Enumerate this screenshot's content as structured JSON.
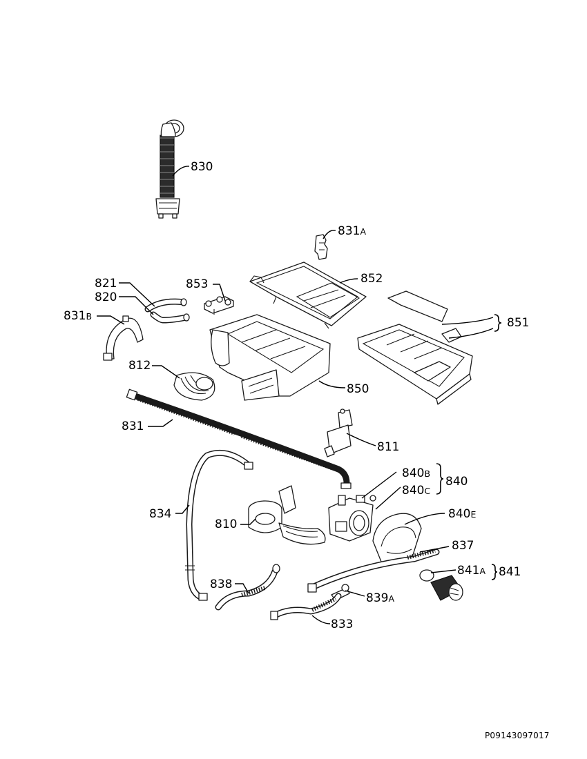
{
  "doc_code": "P09143097017",
  "labels": {
    "l830": {
      "num": "830",
      "suf": ""
    },
    "l831A": {
      "num": "831",
      "suf": "A"
    },
    "l852": {
      "num": "852",
      "suf": ""
    },
    "l821": {
      "num": "821",
      "suf": ""
    },
    "l853": {
      "num": "853",
      "suf": ""
    },
    "l820": {
      "num": "820",
      "suf": ""
    },
    "l831B": {
      "num": "831",
      "suf": "B"
    },
    "l851": {
      "num": "851",
      "suf": ""
    },
    "l812": {
      "num": "812",
      "suf": ""
    },
    "l850": {
      "num": "850",
      "suf": ""
    },
    "l831": {
      "num": "831",
      "suf": ""
    },
    "l811": {
      "num": "811",
      "suf": ""
    },
    "l840B": {
      "num": "840",
      "suf": "B"
    },
    "l840": {
      "num": "840",
      "suf": ""
    },
    "l840C": {
      "num": "840",
      "suf": "C"
    },
    "l834": {
      "num": "834",
      "suf": ""
    },
    "l840E": {
      "num": "840",
      "suf": "E"
    },
    "l810": {
      "num": "810",
      "suf": ""
    },
    "l837": {
      "num": "837",
      "suf": ""
    },
    "l841A": {
      "num": "841",
      "suf": "A"
    },
    "l841": {
      "num": "841",
      "suf": ""
    },
    "l838": {
      "num": "838",
      "suf": ""
    },
    "l839A": {
      "num": "839",
      "suf": "A"
    },
    "l833": {
      "num": "833",
      "suf": ""
    }
  }
}
